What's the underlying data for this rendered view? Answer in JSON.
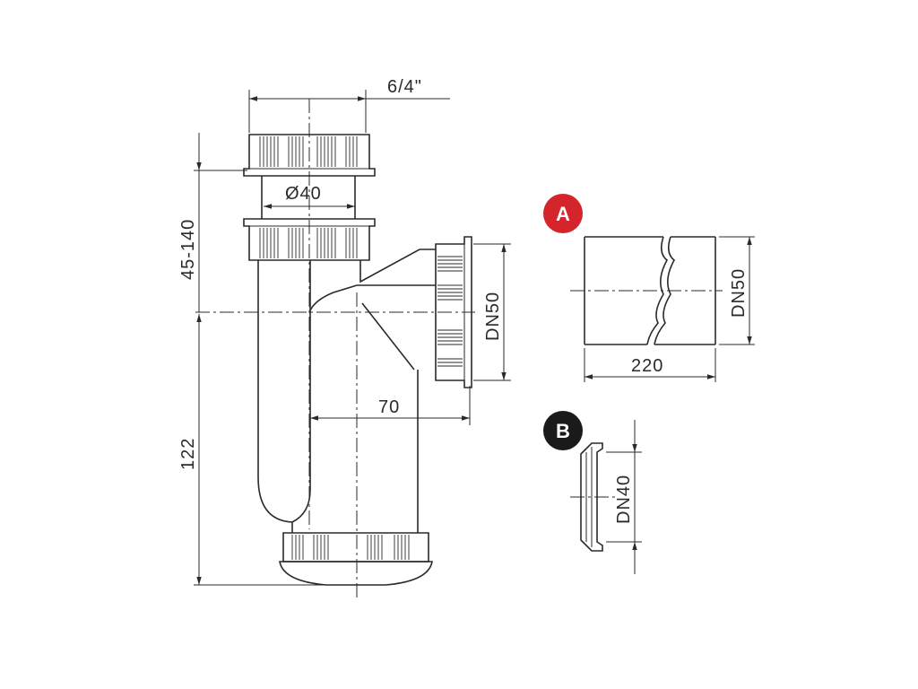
{
  "dimensions": {
    "thread": "6/4\"",
    "inner_diameter": "Ø40",
    "height_adjust": "45-140",
    "outlet": "DN50",
    "offset": "70",
    "bottom_height": "122"
  },
  "part_a": {
    "badge": "A",
    "length": "220",
    "diameter": "DN50",
    "badge_color": "#d4242c"
  },
  "part_b": {
    "badge": "B",
    "diameter": "DN40",
    "badge_color": "#1a1a1a"
  }
}
